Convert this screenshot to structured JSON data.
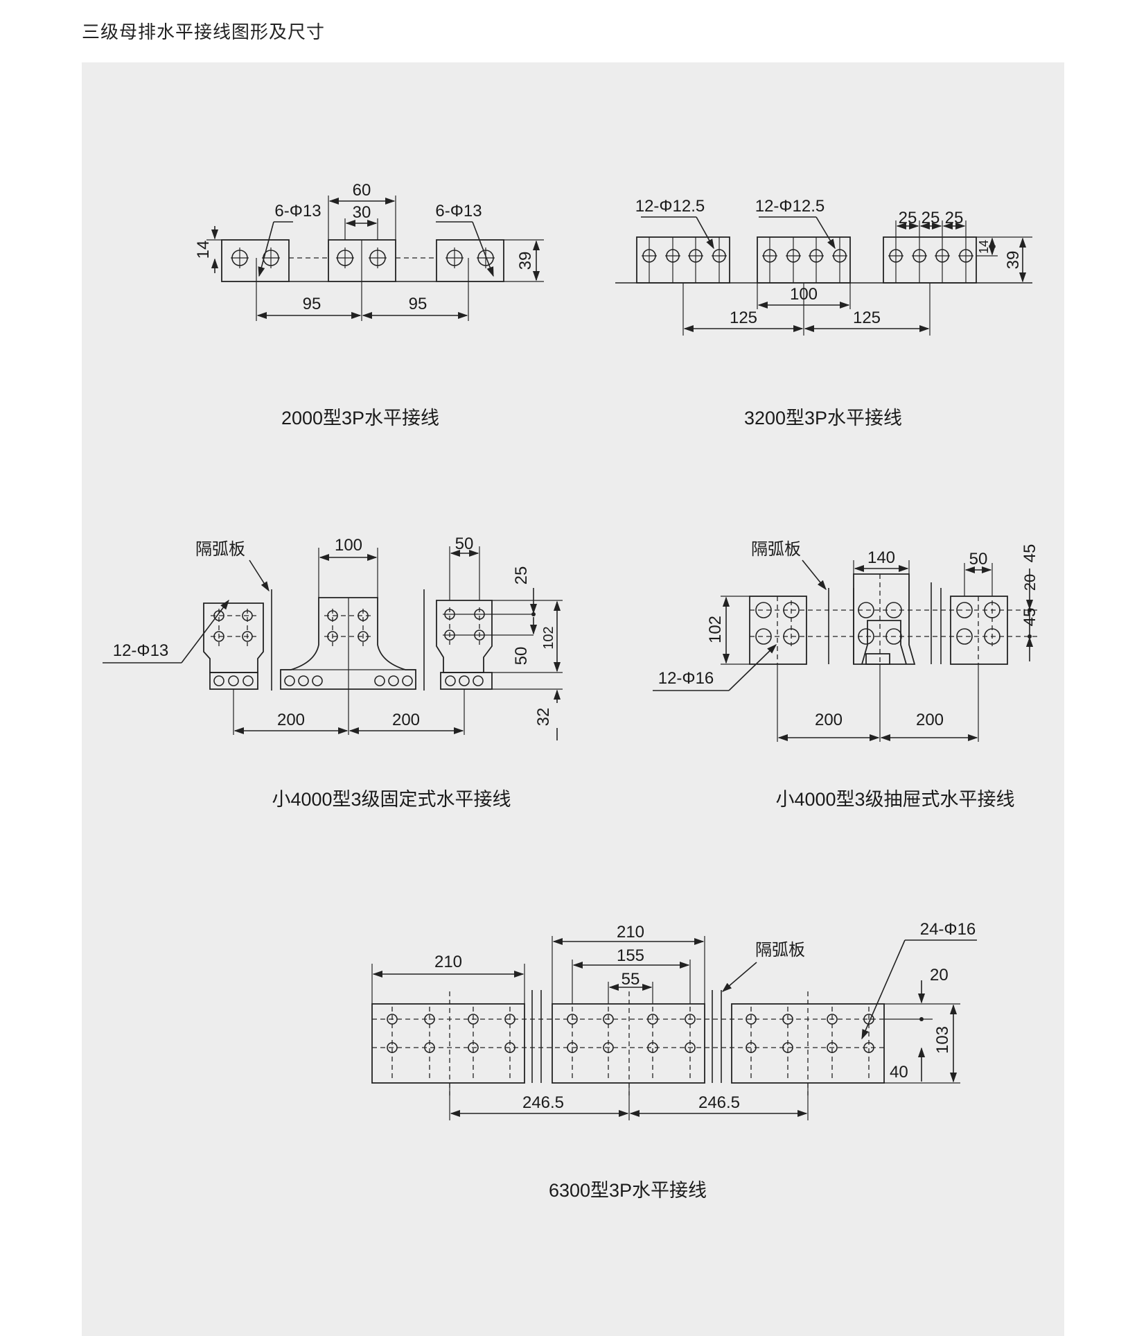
{
  "page": {
    "heading": "三级母排水平接线图形及尺寸",
    "panel_color": "#ededed"
  },
  "d2000": {
    "caption": "2000型3P水平接线",
    "hole_label_left": "6-Φ13",
    "hole_label_right": "6-Φ13",
    "dim_width": "60",
    "dim_spacing": "30",
    "dim_hole_offset": "14",
    "dim_height": "39",
    "dim_pitch_left": "95",
    "dim_pitch_right": "95"
  },
  "d3200": {
    "caption": "3200型3P水平接线",
    "hole_label_left": "12-Φ12.5",
    "hole_label_mid": "12-Φ12.5",
    "dim_spacing_1": "25",
    "dim_spacing_2": "25",
    "dim_spacing_3": "25",
    "dim_hole_offset": "14",
    "dim_height": "39",
    "dim_center": "100",
    "dim_pitch_left": "125",
    "dim_pitch_right": "125"
  },
  "d4000f": {
    "caption": "小4000型3级固定式水平接线",
    "barrier_label": "隔弧板",
    "hole_label": "12-Φ13",
    "dim_width_mid": "100",
    "dim_width_right": "50",
    "dim_top": "25",
    "dim_spacing": "50",
    "dim_height": "102",
    "dim_bottom": "32",
    "dim_pitch_left": "200",
    "dim_pitch_right": "200"
  },
  "d4000d": {
    "caption": "小4000型3级抽屉式水平接线",
    "barrier_label": "隔弧板",
    "hole_label": "12-Φ16",
    "dim_width_mid": "140",
    "dim_width_right": "50",
    "dim_top": "45",
    "dim_spacing": "20",
    "dim_bottom": "45",
    "dim_height": "102",
    "dim_pitch_left": "200",
    "dim_pitch_right": "200"
  },
  "d6300": {
    "caption": "6300型3P水平接线",
    "barrier_label": "隔弧板",
    "hole_label": "24-Φ16",
    "dim_width_left": "210",
    "dim_width_mid": "210",
    "dim_inner": "155",
    "dim_hole_spacing": "55",
    "dim_top": "20",
    "dim_height": "103",
    "dim_bottom": "40",
    "dim_pitch_left": "246.5",
    "dim_pitch_right": "246.5"
  }
}
